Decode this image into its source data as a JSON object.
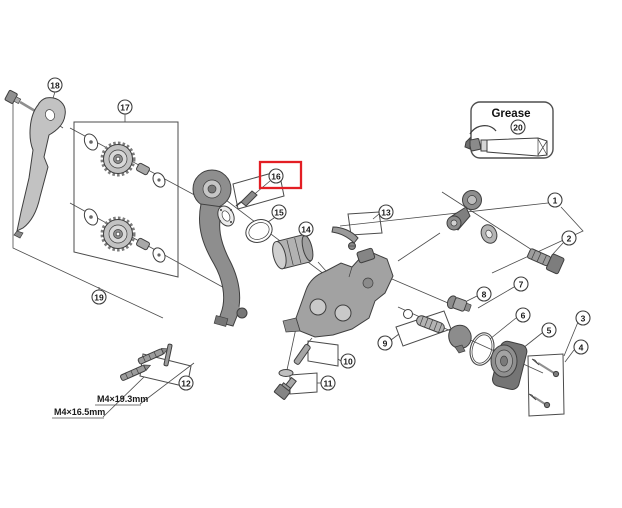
{
  "colors": {
    "background": "#ffffff",
    "line_art": "#4b4b4b",
    "highlight_box": "#e31e24"
  },
  "grease_panel": {
    "label": "Grease",
    "callout": "20"
  },
  "labels": {
    "screw_spec_long": "M4×19.3mm",
    "screw_spec_short": "M4×16.5mm"
  },
  "highlight": {
    "callout": "16"
  },
  "callouts": [
    {
      "n": "1"
    },
    {
      "n": "2"
    },
    {
      "n": "3"
    },
    {
      "n": "4"
    },
    {
      "n": "5"
    },
    {
      "n": "6"
    },
    {
      "n": "7"
    },
    {
      "n": "8"
    },
    {
      "n": "9"
    },
    {
      "n": "10"
    },
    {
      "n": "11"
    },
    {
      "n": "12"
    },
    {
      "n": "13"
    },
    {
      "n": "14"
    },
    {
      "n": "15"
    },
    {
      "n": "16"
    },
    {
      "n": "17"
    },
    {
      "n": "18"
    },
    {
      "n": "19"
    },
    {
      "n": "20"
    }
  ]
}
